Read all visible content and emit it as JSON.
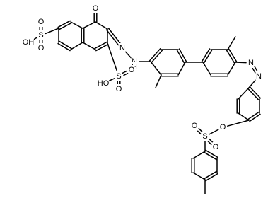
{
  "colors": {
    "bond": "#000000",
    "carbon": "#000000",
    "oxygen": "#ff0d0d",
    "nitrogen": "#3050f8",
    "sulfur": "#b2a700",
    "background": "#ffffff"
  },
  "atoms": {
    "so3h_top_oh": "OH",
    "so3h_top_s": "S",
    "so3h_top_o1": "O",
    "so3h_top_o2": "O",
    "keto_o": "O",
    "n_azo1": "N",
    "n_hydrazo": "N",
    "nh_h": "H",
    "so3h_mid_ho": "HO",
    "so3h_mid_s": "S",
    "so3h_mid_o1": "O",
    "so3h_mid_o2": "O",
    "n_azo2a": "N",
    "n_azo2b": "N",
    "ester_o": "O",
    "ester_s": "S",
    "ester_o1": "O",
    "ester_o2": "O"
  }
}
